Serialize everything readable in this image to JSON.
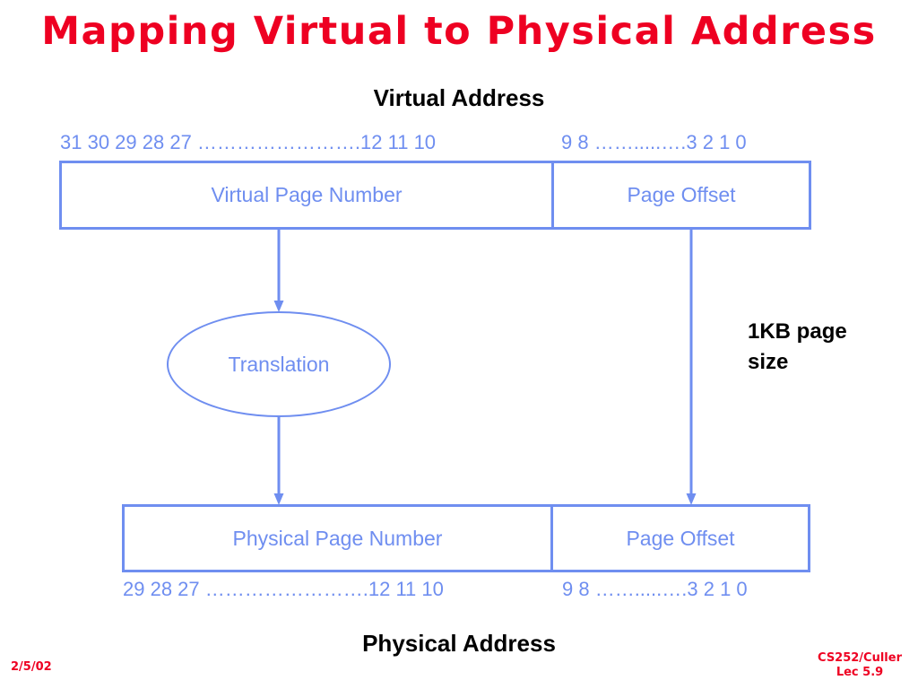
{
  "slide": {
    "title": "Mapping Virtual to Physical Address",
    "accent_red": "#ee0022",
    "accent_blue": "#6f8ef0",
    "text_black": "#000000"
  },
  "virtual": {
    "heading": "Virtual Address",
    "bits": {
      "left_group": "31 30 29 28 27 …………………….",
      "left_end": "12 11 10",
      "right_group": "9 8 …….....….",
      "right_end": "3 2 1 0"
    },
    "fields": {
      "page_number": "Virtual Page Number",
      "page_offset": "Page Offset"
    }
  },
  "physical": {
    "heading": "Physical Address",
    "bits": {
      "left_group": "29 28 27 …………………….",
      "left_end": "12 11 10",
      "right_group": "9 8 …….....….",
      "right_end": "3 2 1 0"
    },
    "fields": {
      "page_number": "Physical Page Number",
      "page_offset": "Page Offset"
    }
  },
  "translation": {
    "label": "Translation"
  },
  "note": {
    "line1": "1KB page",
    "line2": "size"
  },
  "footer": {
    "date": "2/5/02",
    "course": "CS252/Culler",
    "lecture": "Lec 5.9"
  }
}
